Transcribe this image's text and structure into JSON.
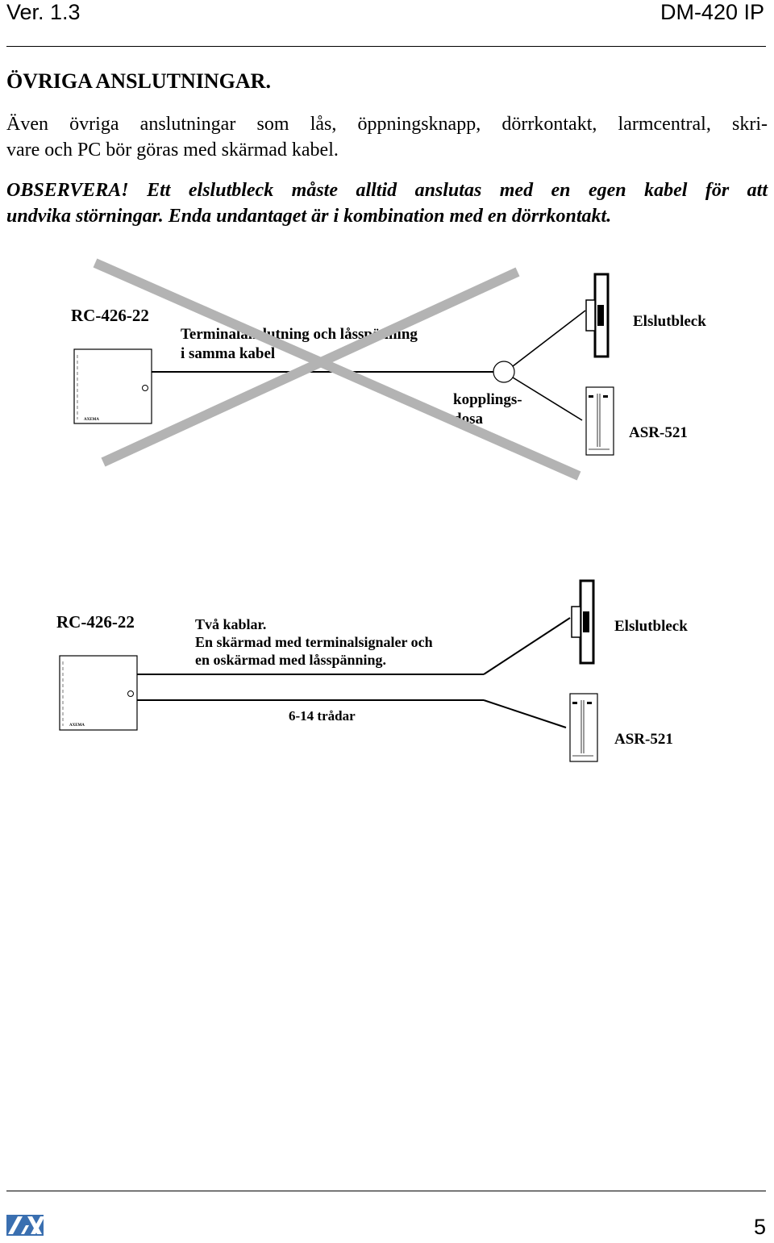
{
  "header": {
    "version": "Ver. 1.3",
    "product": "DM-420 IP"
  },
  "section_title": "ÖVRIGA ANSLUTNINGAR.",
  "paragraph1_line1": "Även övriga anslutningar som lås, öppningsknapp, dörrkontakt, larmcentral, skri-",
  "paragraph1_line2": "vare och PC bör göras med skärmad kabel.",
  "warning_line1": "OBSERVERA! Ett elslutbleck måste alltid anslutas med en egen kabel för att",
  "warning_line2": "undvika störningar. Enda undantaget är i kombination med en dörrkontakt.",
  "diagram_wrong": {
    "controller": "RC-426-22",
    "cable_line1": "Terminalanslutning och låsspänning",
    "cable_line2": "i samma kabel",
    "lock": "Elslutbleck",
    "junction_line1": "kopplings-",
    "junction_line2": "dosa",
    "reader": "ASR-521"
  },
  "diagram_correct": {
    "controller": "RC-426-22",
    "cable_line1": "Två kablar.",
    "cable_line2": "En skärmad med terminalsignaler och",
    "cable_line3": "en oskärmad med låsspänning.",
    "lock": "Elslutbleck",
    "wires": "6-14 trådar",
    "reader": "ASR-521"
  },
  "footer": {
    "page_number": "5"
  },
  "colors": {
    "cross": "#b3b3b3",
    "logo_blue": "#3a6fb0"
  }
}
